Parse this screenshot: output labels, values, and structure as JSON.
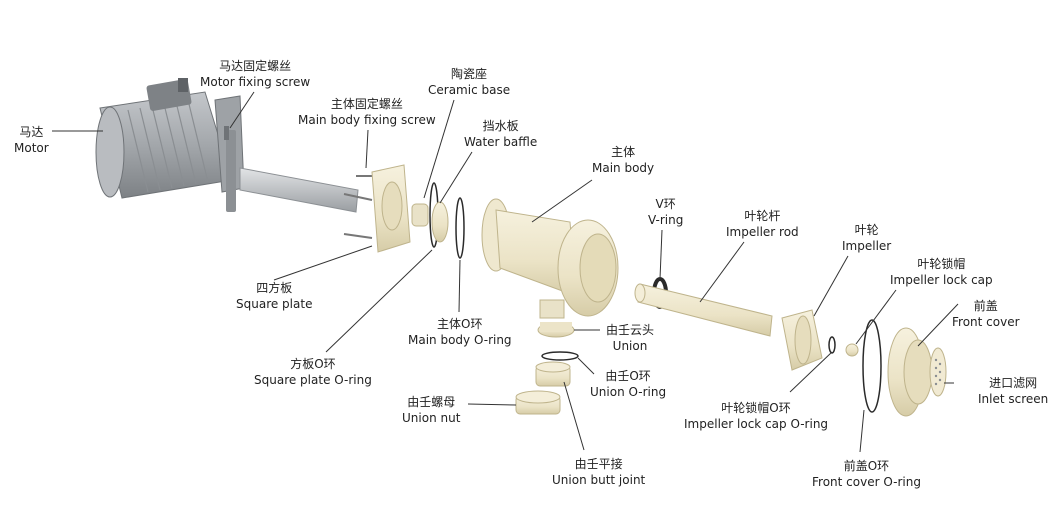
{
  "labels": {
    "motor": {
      "cn": "马达",
      "en": "Motor"
    },
    "motor_fixing_screw": {
      "cn": "马达固定螺丝",
      "en": "Motor fixing screw"
    },
    "main_body_fixing_screw": {
      "cn": "主体固定螺丝",
      "en": "Main body fixing screw"
    },
    "ceramic_base": {
      "cn": "陶瓷座",
      "en": "Ceramic base"
    },
    "water_baffle": {
      "cn": "挡水板",
      "en": "Water baffle"
    },
    "main_body": {
      "cn": "主体",
      "en": "Main body"
    },
    "v_ring": {
      "cn": "V环",
      "en": "V-ring"
    },
    "impeller_rod": {
      "cn": "叶轮杆",
      "en": "Impeller rod"
    },
    "impeller": {
      "cn": "叶轮",
      "en": "Impeller"
    },
    "impeller_lock_cap": {
      "cn": "叶轮锁帽",
      "en": "Impeller lock cap"
    },
    "front_cover": {
      "cn": "前盖",
      "en": "Front cover"
    },
    "inlet_screen": {
      "cn": "进口滤网",
      "en": "Inlet screen"
    },
    "square_plate": {
      "cn": "四方板",
      "en": "Square plate"
    },
    "square_plate_o_ring": {
      "cn": "方板O环",
      "en": "Square plate O-ring"
    },
    "main_body_o_ring": {
      "cn": "主体O环",
      "en": "Main body O-ring"
    },
    "union": {
      "cn": "由壬云头",
      "en": "Union"
    },
    "union_o_ring": {
      "cn": "由壬O环",
      "en": "Union O-ring"
    },
    "union_nut": {
      "cn": "由壬螺母",
      "en": "Union nut"
    },
    "union_butt_joint": {
      "cn": "由壬平接",
      "en": "Union butt joint"
    },
    "impeller_lock_cap_o_ring": {
      "cn": "叶轮锁帽O环",
      "en": "Impeller lock cap O-ring"
    },
    "front_cover_o_ring": {
      "cn": "前盖O环",
      "en": "Front cover O-ring"
    }
  },
  "colors": {
    "motor_body": "#a9adb1",
    "motor_dark": "#6f7377",
    "shaft": "#c9ccd0",
    "pp_part": "#efe8cf",
    "pp_shadow": "#d8cfae",
    "oring": "#2a2a2a"
  }
}
